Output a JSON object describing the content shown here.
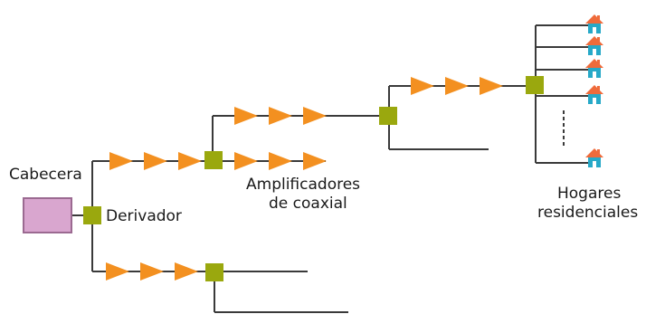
{
  "labels": {
    "headend": "Cabecera",
    "tap": "Derivador",
    "amplifiers_line1": "Amplificadores",
    "amplifiers_line2": "de coaxial",
    "homes_line1": "Hogares",
    "homes_line2": "residenciales"
  },
  "colors": {
    "line": "#3a3a3a",
    "amplifier": "#f39020",
    "tap": "#9aa80e",
    "headend_fill": "#d9a6cf",
    "headend_border": "#9b6a91",
    "house_roof": "#ef6b3b",
    "house_body": "#27a9c8"
  },
  "icons": [
    "amplifier-triangle-icon",
    "tap-square-icon",
    "house-icon",
    "headend-box-icon"
  ]
}
